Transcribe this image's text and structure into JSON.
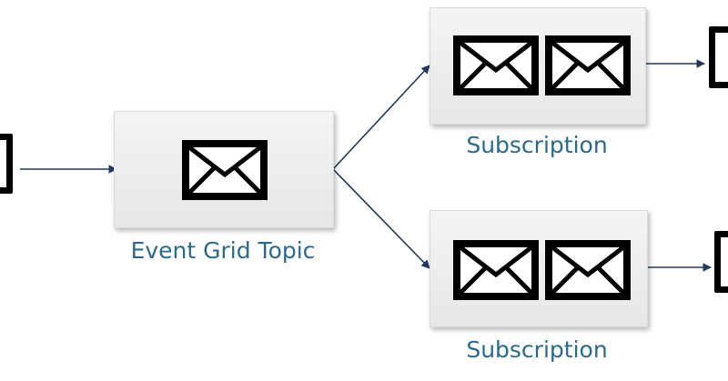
{
  "topic": {
    "label": "Event Grid Topic",
    "icon": "envelope-icon"
  },
  "subscriptions": [
    {
      "label": "Subscription",
      "icons": [
        "envelope-icon",
        "envelope-icon"
      ]
    },
    {
      "label": "Subscription",
      "icons": [
        "envelope-icon",
        "envelope-icon"
      ]
    }
  ],
  "colors": {
    "label": "#2a6a8c",
    "arrow": "#1f3a5a",
    "box_fill": "#eeeeee"
  }
}
